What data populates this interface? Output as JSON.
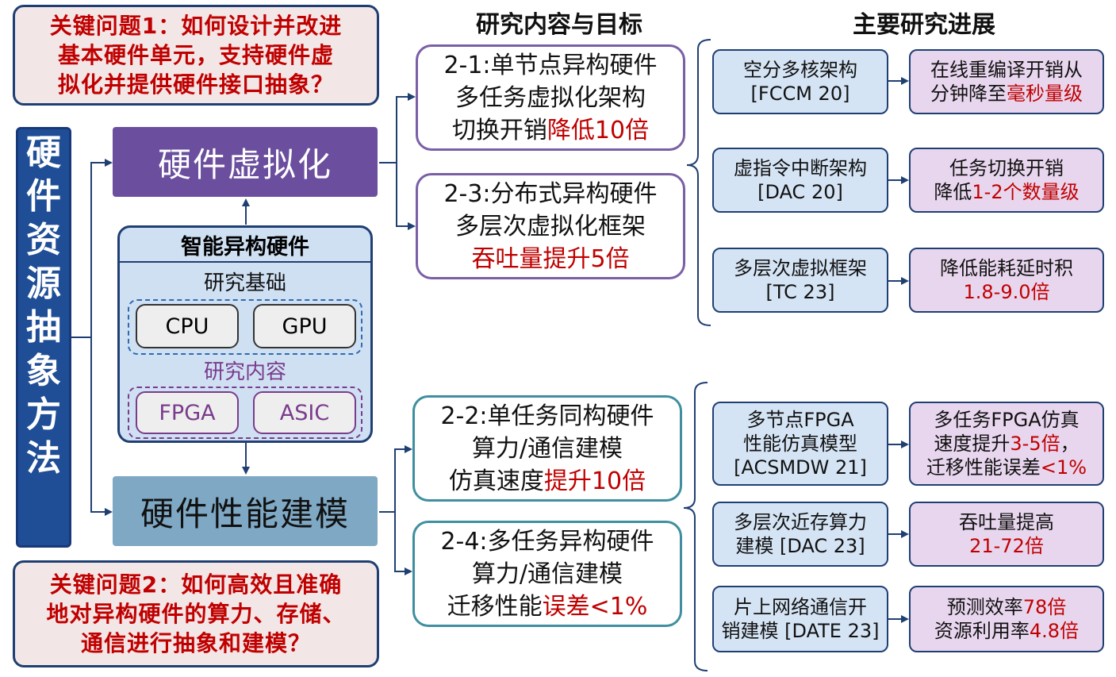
{
  "key_question_1": [
    "关键问题1：如何设计并改进",
    "基本硬件单元，支持硬件虚",
    "拟化并提供硬件接口抽象？"
  ],
  "key_question_2": [
    "关键问题2：如何高效且准确",
    "地对异构硬件的算力、存储、",
    "通信进行抽象和建模？"
  ],
  "vertical_title": [
    "硬",
    "件",
    "资",
    "源",
    "抽",
    "象",
    "方",
    "法"
  ],
  "hw_virtualization": "硬件虚拟化",
  "hw_performance_modeling": "硬件性能建模",
  "smart_hw": {
    "title": "智能异构硬件",
    "foundation_label": "研究基础",
    "foundation_items": [
      "CPU",
      "GPU"
    ],
    "content_label": "研究内容",
    "content_items": [
      "FPGA",
      "ASIC"
    ]
  },
  "headers": {
    "research_content": "研究内容与目标",
    "progress": "主要研究进展"
  },
  "research": [
    {
      "lines": [
        "2-1:单节点异构硬件",
        "多任务虚拟化架构"
      ],
      "prefix": "切换开销",
      "highlight": "降低10倍"
    },
    {
      "lines": [
        "2-3:分布式异构硬件",
        "多层次虚拟化框架"
      ],
      "prefix": "",
      "highlight": "吞吐量提升5倍"
    },
    {
      "lines": [
        "2-2:单任务同构硬件",
        "算力/通信建模"
      ],
      "prefix": "仿真速度",
      "highlight": "提升10倍"
    },
    {
      "lines": [
        "2-4:多任务异构硬件",
        "算力/通信建模"
      ],
      "prefix": "迁移性能",
      "highlight": "误差<1%"
    }
  ],
  "progress": [
    {
      "lines": [
        "空分多核架构",
        "[FCCM 20]"
      ]
    },
    {
      "lines": [
        "虚指令中断架构",
        "[DAC 20]"
      ]
    },
    {
      "lines": [
        "多层次虚拟框架",
        "[TC 23]"
      ]
    },
    {
      "lines": [
        "多节点FPGA",
        "性能仿真模型",
        "[ACSMDW 21]"
      ]
    },
    {
      "lines": [
        "多层次近存算力",
        "建模 [DAC 23]"
      ]
    },
    {
      "lines": [
        "片上网络通信开",
        "销建模 [DATE 23]"
      ]
    }
  ],
  "results": [
    {
      "l1p": "在线重编译开销从",
      "l1h": "",
      "l1s": "",
      "l2p": "分钟降至",
      "l2h": "毫秒量级",
      "l2s": ""
    },
    {
      "l1p": "任务切换开销",
      "l1h": "",
      "l1s": "",
      "l2p": "降低",
      "l2h": "1-2个数量级",
      "l2s": ""
    },
    {
      "l1p": "降低能耗延时积",
      "l1h": "",
      "l1s": "",
      "l2p": "",
      "l2h": "1.8-9.0倍",
      "l2s": ""
    },
    {
      "l0": "多任务FPGA仿真",
      "l1p": "速度提升",
      "l1h": "3-5倍",
      "l1s": "，",
      "l2p": "迁移性能误差",
      "l2h": "<1%",
      "l2s": ""
    },
    {
      "l1p": "吞吐量提高",
      "l1h": "",
      "l1s": "",
      "l2p": "",
      "l2h": "21-72倍",
      "l2s": ""
    },
    {
      "l1p": "预测效率",
      "l1h": "78倍",
      "l1s": "",
      "l2p": "资源利用率",
      "l2h": "4.8倍",
      "l2s": ""
    }
  ],
  "colors": {
    "dark_blue": "#1f3f73",
    "purple": "#6b4f9e",
    "steel_blue": "#7ea8c4",
    "red_text": "#c00000",
    "light_blue": "#d5e4f5",
    "light_purple": "#e8d6ee"
  }
}
